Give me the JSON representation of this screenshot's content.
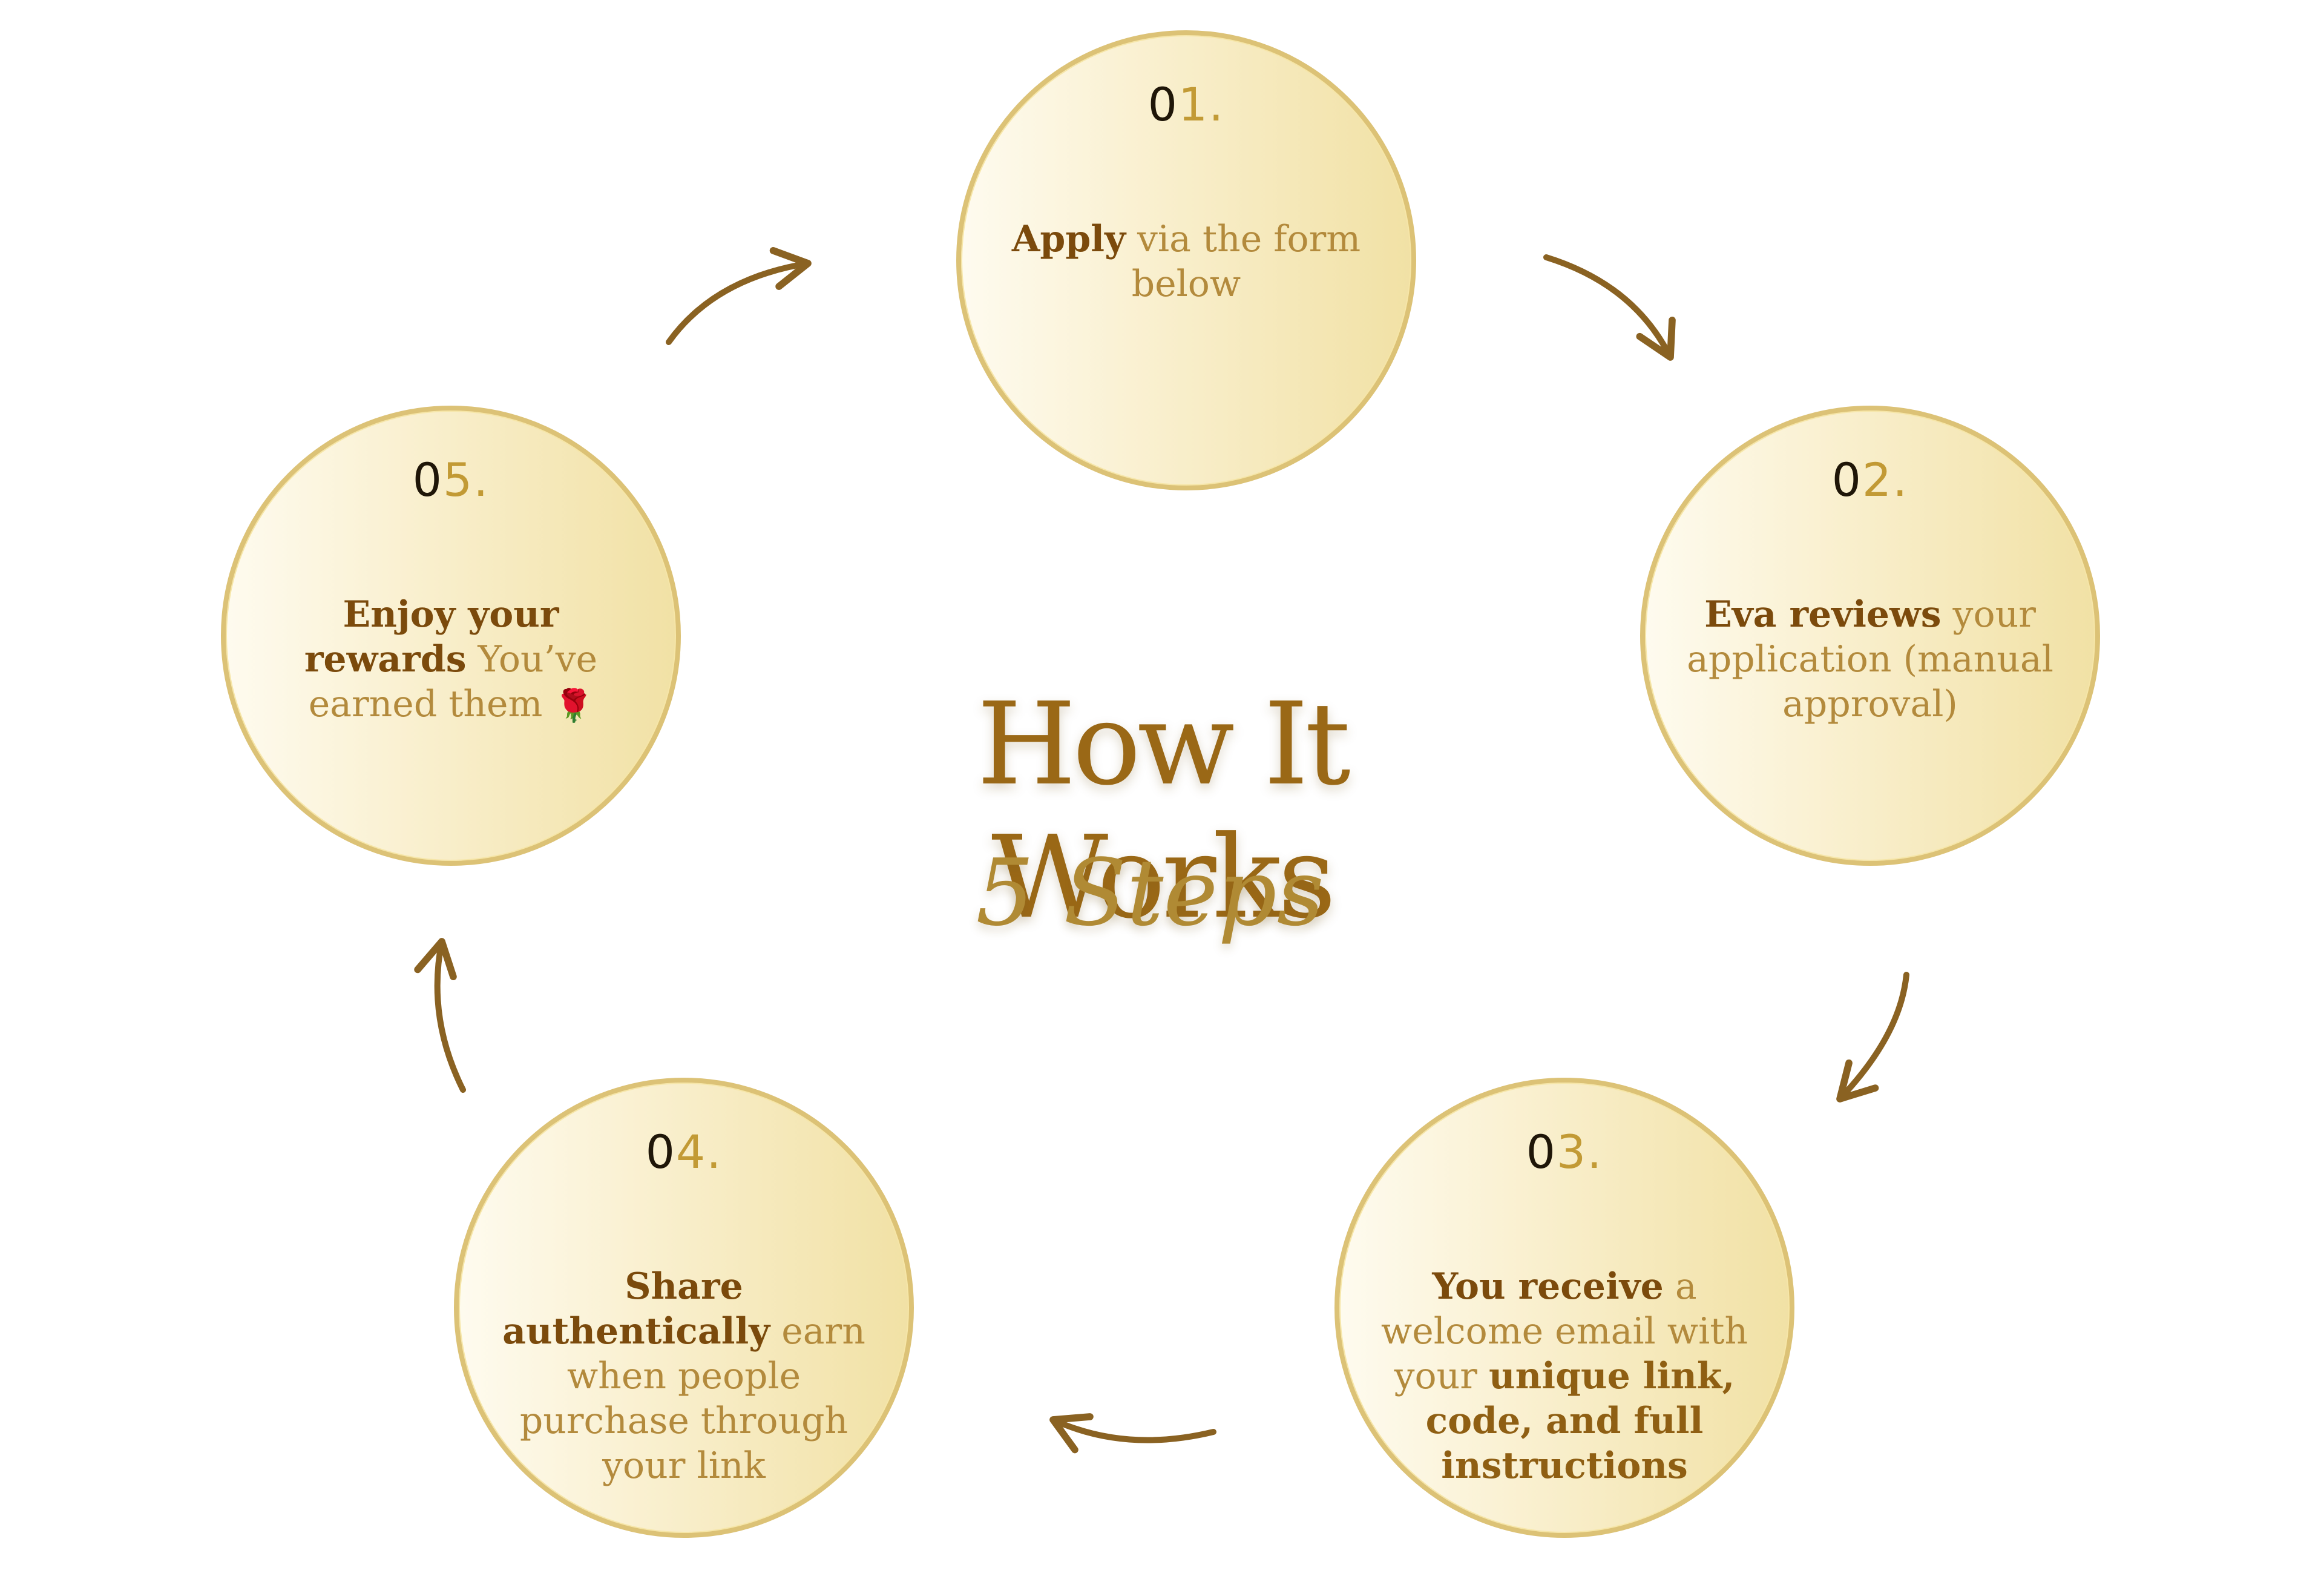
{
  "title": "How It Works",
  "subtitle": "5 Steps",
  "steps": [
    {
      "number_lead": "0",
      "number_rest": "1.",
      "bold_1": "Apply",
      "text_1": " via the form below"
    },
    {
      "number_lead": "0",
      "number_rest": "2.",
      "bold_1": "Eva reviews",
      "text_1": " your application (manual approval)"
    },
    {
      "number_lead": "0",
      "number_rest": "3.",
      "bold_1": "You receive",
      "text_1": " a welcome email with your ",
      "bold_2": "unique link, code, and full instructions"
    },
    {
      "number_lead": "0",
      "number_rest": "4.",
      "bold_1": "Share authentically",
      "text_1": " earn when people purchase through your link"
    },
    {
      "number_lead": "0",
      "number_rest": "5.",
      "bold_1": "Enjoy your rewards",
      "text_1": " You’ve earned them ",
      "emoji": "🌹"
    }
  ],
  "colors": {
    "circle_border": "#dcc276",
    "circle_fill_light": "#fefbef",
    "circle_fill_dark": "#f1e1a5",
    "arrow": "#8a6222",
    "title_dark": "#1f1608",
    "title_gold": "#9a6816",
    "bold_text": "#7b4a0c",
    "body_text": "#b38a3c"
  },
  "icons": {
    "arrows": "curved-arrow-icon",
    "rose": "rose-icon"
  }
}
